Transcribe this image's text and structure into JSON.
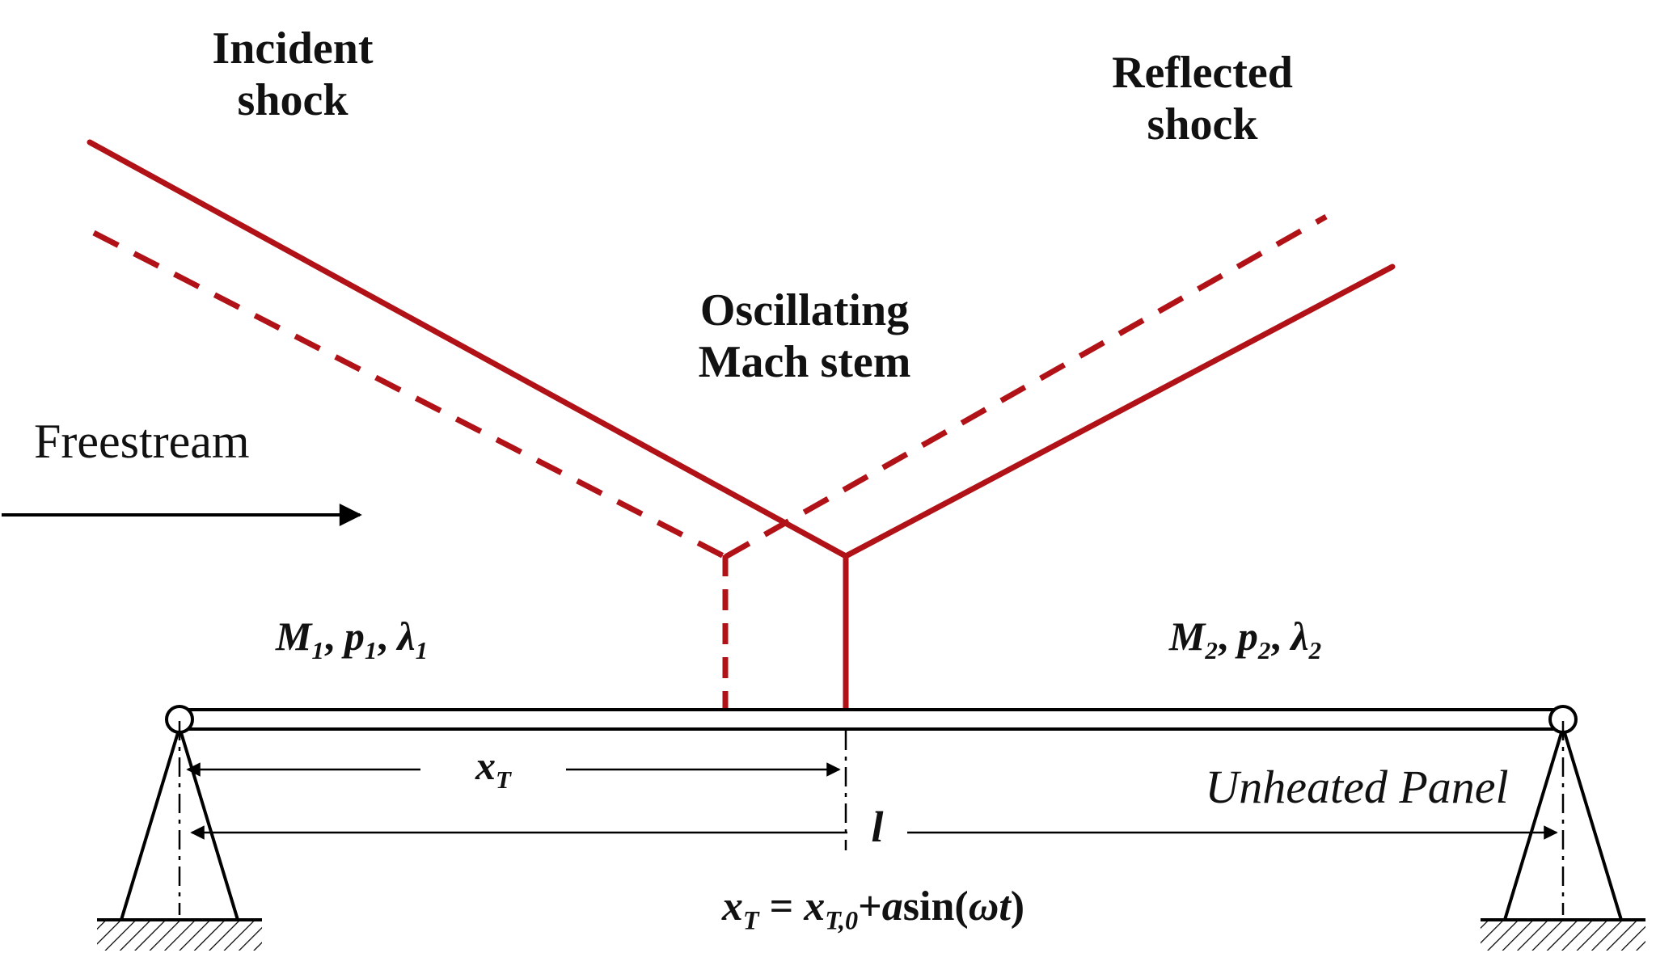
{
  "colors": {
    "shock": "#b11217",
    "ink": "#000000"
  },
  "labels": {
    "incident_shock": "Incident\nshock",
    "reflected_shock": "Reflected\nshock",
    "mach_stem": "Oscillating\nMach stem",
    "freestream": "Freestream",
    "unheated_panel": "Unheated Panel"
  },
  "flow_left": {
    "m_base": "M",
    "m_sub": "1",
    "sep1": ", ",
    "p_base": "p",
    "p_sub": "1",
    "sep2": ", ",
    "lam_base": "λ",
    "lam_sub": "1"
  },
  "flow_right": {
    "m_base": "M",
    "m_sub": "2",
    "sep1": ", ",
    "p_base": "p",
    "p_sub": "2",
    "sep2": ", ",
    "lam_base": "λ",
    "lam_sub": "2"
  },
  "dimensions": {
    "xt": {
      "base": "x",
      "sub": "T"
    },
    "panel_length": "l"
  },
  "equation": {
    "lhs_base": "x",
    "lhs_sub": "T",
    "equals": " = ",
    "rhs_base": "x",
    "rhs_sub": "T,0",
    "plus": "+",
    "coef": "a",
    "func": "sin(",
    "omega": "ω",
    "time": "t",
    "close": ")"
  }
}
